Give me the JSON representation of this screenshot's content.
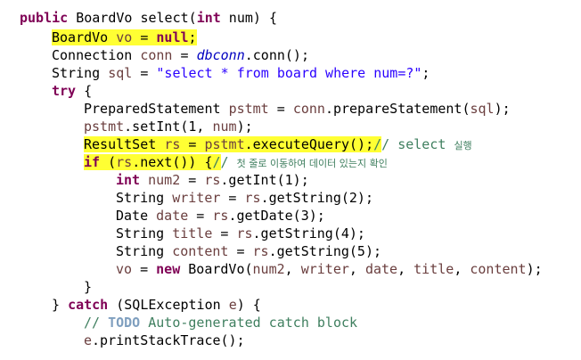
{
  "lines": [
    {
      "segs": [
        {
          "t": "public",
          "c": "kw"
        },
        {
          "t": " BoardVo select(",
          "c": ""
        },
        {
          "t": "int",
          "c": "kw"
        },
        {
          "t": " num) {",
          "c": ""
        }
      ]
    },
    {
      "segs": [
        {
          "t": "BoardVo ",
          "c": "hl"
        },
        {
          "t": "vo",
          "c": "var hl"
        },
        {
          "t": " = ",
          "c": "hl"
        },
        {
          "t": "null",
          "c": "kw hl"
        },
        {
          "t": ";",
          "c": "hl"
        }
      ]
    },
    {
      "segs": [
        {
          "t": "Connection ",
          "c": ""
        },
        {
          "t": "conn",
          "c": "var"
        },
        {
          "t": " = ",
          "c": ""
        },
        {
          "t": "dbconn",
          "c": "fld"
        },
        {
          "t": ".conn();",
          "c": ""
        }
      ]
    },
    {
      "segs": [
        {
          "t": "String ",
          "c": ""
        },
        {
          "t": "sql",
          "c": "var"
        },
        {
          "t": " = ",
          "c": ""
        },
        {
          "t": "\"select * from board where num=?\"",
          "c": "str"
        },
        {
          "t": ";",
          "c": ""
        }
      ]
    },
    {
      "segs": [
        {
          "t": "try",
          "c": "kw"
        },
        {
          "t": " {",
          "c": ""
        }
      ]
    },
    {
      "segs": [
        {
          "t": "PreparedStatement ",
          "c": ""
        },
        {
          "t": "pstmt",
          "c": "var"
        },
        {
          "t": " = ",
          "c": ""
        },
        {
          "t": "conn",
          "c": "var"
        },
        {
          "t": ".prepareStatement(",
          "c": ""
        },
        {
          "t": "sql",
          "c": "var"
        },
        {
          "t": ");",
          "c": ""
        }
      ]
    },
    {
      "segs": [
        {
          "t": "pstmt",
          "c": "var"
        },
        {
          "t": ".setInt(1, ",
          "c": ""
        },
        {
          "t": "num",
          "c": "var"
        },
        {
          "t": ");",
          "c": ""
        }
      ]
    },
    {
      "segs": [
        {
          "t": "ResultSet ",
          "c": "hl"
        },
        {
          "t": "rs",
          "c": "var hl"
        },
        {
          "t": " = ",
          "c": "hl"
        },
        {
          "t": "pstmt",
          "c": "var hl"
        },
        {
          "t": ".executeQuery();",
          "c": "hl"
        },
        {
          "t": "/",
          "c": "cmt hl"
        },
        {
          "t": "/ select ",
          "c": "cmt"
        },
        {
          "t": "실행",
          "c": "cmt-ko"
        }
      ]
    },
    {
      "segs": [
        {
          "t": "if",
          "c": "kw hl"
        },
        {
          "t": " (",
          "c": "hl"
        },
        {
          "t": "rs",
          "c": "var hl"
        },
        {
          "t": ".next()) {",
          "c": "hl"
        },
        {
          "t": "/",
          "c": "cmt hl"
        },
        {
          "t": "/ ",
          "c": "cmt"
        },
        {
          "t": "첫 줄로 이동하여 데이터 있는지 확인",
          "c": "cmt-ko"
        }
      ]
    },
    {
      "segs": [
        {
          "t": "int",
          "c": "kw"
        },
        {
          "t": " ",
          "c": ""
        },
        {
          "t": "num2",
          "c": "var"
        },
        {
          "t": " = ",
          "c": ""
        },
        {
          "t": "rs",
          "c": "var"
        },
        {
          "t": ".getInt(1);",
          "c": ""
        }
      ]
    },
    {
      "segs": [
        {
          "t": "String ",
          "c": ""
        },
        {
          "t": "writer",
          "c": "var"
        },
        {
          "t": " = ",
          "c": ""
        },
        {
          "t": "rs",
          "c": "var"
        },
        {
          "t": ".getString(2);",
          "c": ""
        }
      ]
    },
    {
      "segs": [
        {
          "t": "Date ",
          "c": ""
        },
        {
          "t": "date",
          "c": "var"
        },
        {
          "t": " = ",
          "c": ""
        },
        {
          "t": "rs",
          "c": "var"
        },
        {
          "t": ".getDate(3);",
          "c": ""
        }
      ]
    },
    {
      "segs": [
        {
          "t": "String ",
          "c": ""
        },
        {
          "t": "title",
          "c": "var"
        },
        {
          "t": " = ",
          "c": ""
        },
        {
          "t": "rs",
          "c": "var"
        },
        {
          "t": ".getString(4);",
          "c": ""
        }
      ]
    },
    {
      "segs": [
        {
          "t": "String ",
          "c": ""
        },
        {
          "t": "content",
          "c": "var"
        },
        {
          "t": " = ",
          "c": ""
        },
        {
          "t": "rs",
          "c": "var"
        },
        {
          "t": ".getString(5);",
          "c": ""
        }
      ]
    },
    {
      "segs": [
        {
          "t": "vo",
          "c": "var"
        },
        {
          "t": " = ",
          "c": ""
        },
        {
          "t": "new",
          "c": "kw"
        },
        {
          "t": " BoardVo(",
          "c": ""
        },
        {
          "t": "num2",
          "c": "var"
        },
        {
          "t": ", ",
          "c": ""
        },
        {
          "t": "writer",
          "c": "var"
        },
        {
          "t": ", ",
          "c": ""
        },
        {
          "t": "date",
          "c": "var"
        },
        {
          "t": ", ",
          "c": ""
        },
        {
          "t": "title",
          "c": "var"
        },
        {
          "t": ", ",
          "c": ""
        },
        {
          "t": "content",
          "c": "var"
        },
        {
          "t": ");",
          "c": ""
        }
      ]
    },
    {
      "segs": [
        {
          "t": "}",
          "c": ""
        }
      ]
    },
    {
      "segs": [
        {
          "t": "} ",
          "c": ""
        },
        {
          "t": "catch",
          "c": "kw"
        },
        {
          "t": " (SQLException ",
          "c": ""
        },
        {
          "t": "e",
          "c": "var"
        },
        {
          "t": ") {",
          "c": ""
        }
      ]
    },
    {
      "segs": [
        {
          "t": "// ",
          "c": "cmt"
        },
        {
          "t": "TODO",
          "c": "todo"
        },
        {
          "t": " Auto-generated catch block",
          "c": "cmt"
        }
      ]
    },
    {
      "segs": [
        {
          "t": "e",
          "c": "var"
        },
        {
          "t": ".printStackTrace();",
          "c": ""
        }
      ]
    }
  ]
}
